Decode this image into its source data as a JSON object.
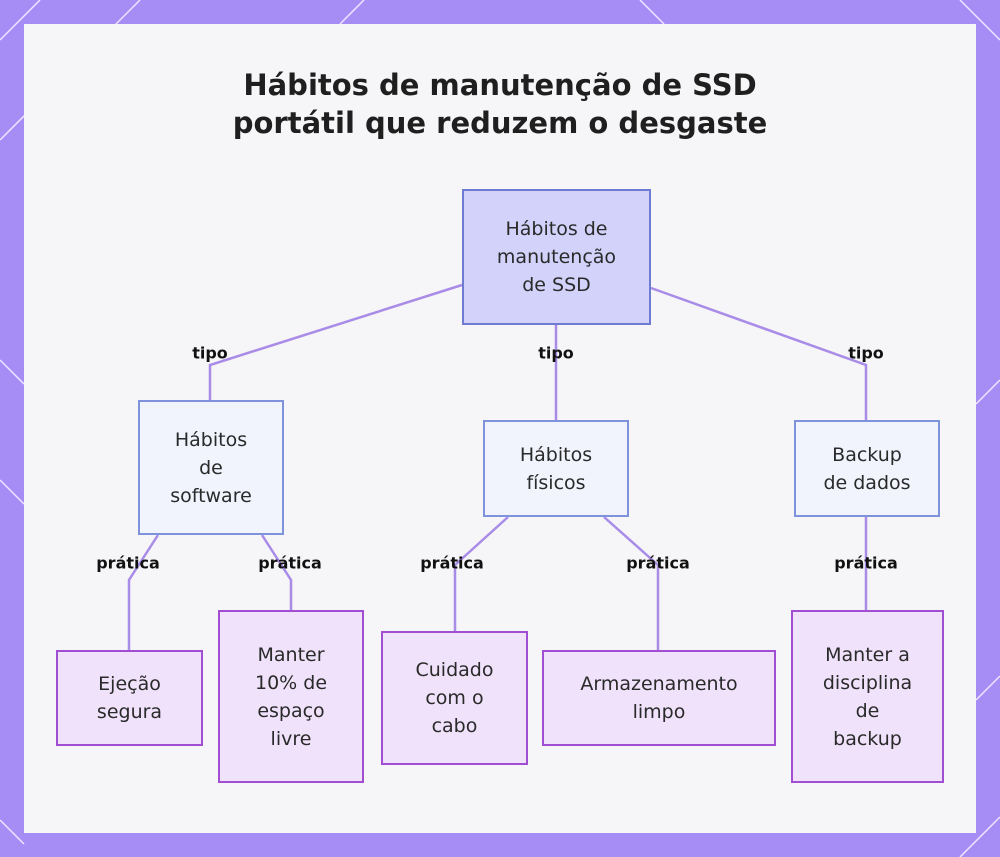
{
  "title": {
    "line1": "Hábitos de manutenção de SSD",
    "line2": "portátil que reduzem o desgaste"
  },
  "colors": {
    "background": "#a68cf5",
    "panel": "#f6f5f7",
    "edge": "#a88ce8",
    "root_fill": "#d2d2fb",
    "mid_fill": "#f1f4fd",
    "leaf_fill": "#efe2fa",
    "leaf_border": "#a14ed2"
  },
  "nodes": {
    "root": "Hábitos de\nmanutenção\nde SSD",
    "software": "Hábitos\nde\nsoftware",
    "physical": "Hábitos\nfísicos",
    "backup": "Backup\nde dados",
    "eject": "Ejeção\nsegura",
    "free_space": "Manter\n10% de\nespaço\nlivre",
    "cable": "Cuidado\ncom o\ncabo",
    "storage": "Armazenamento\nlimpo",
    "discipline": "Manter a\ndisciplina\nde\nbackup"
  },
  "edge_labels": {
    "root_software": "tipo",
    "root_physical": "tipo",
    "root_backup": "tipo",
    "software_eject": "prática",
    "software_free_space": "prática",
    "physical_cable": "prática",
    "physical_storage": "prática",
    "backup_discipline": "prática"
  }
}
